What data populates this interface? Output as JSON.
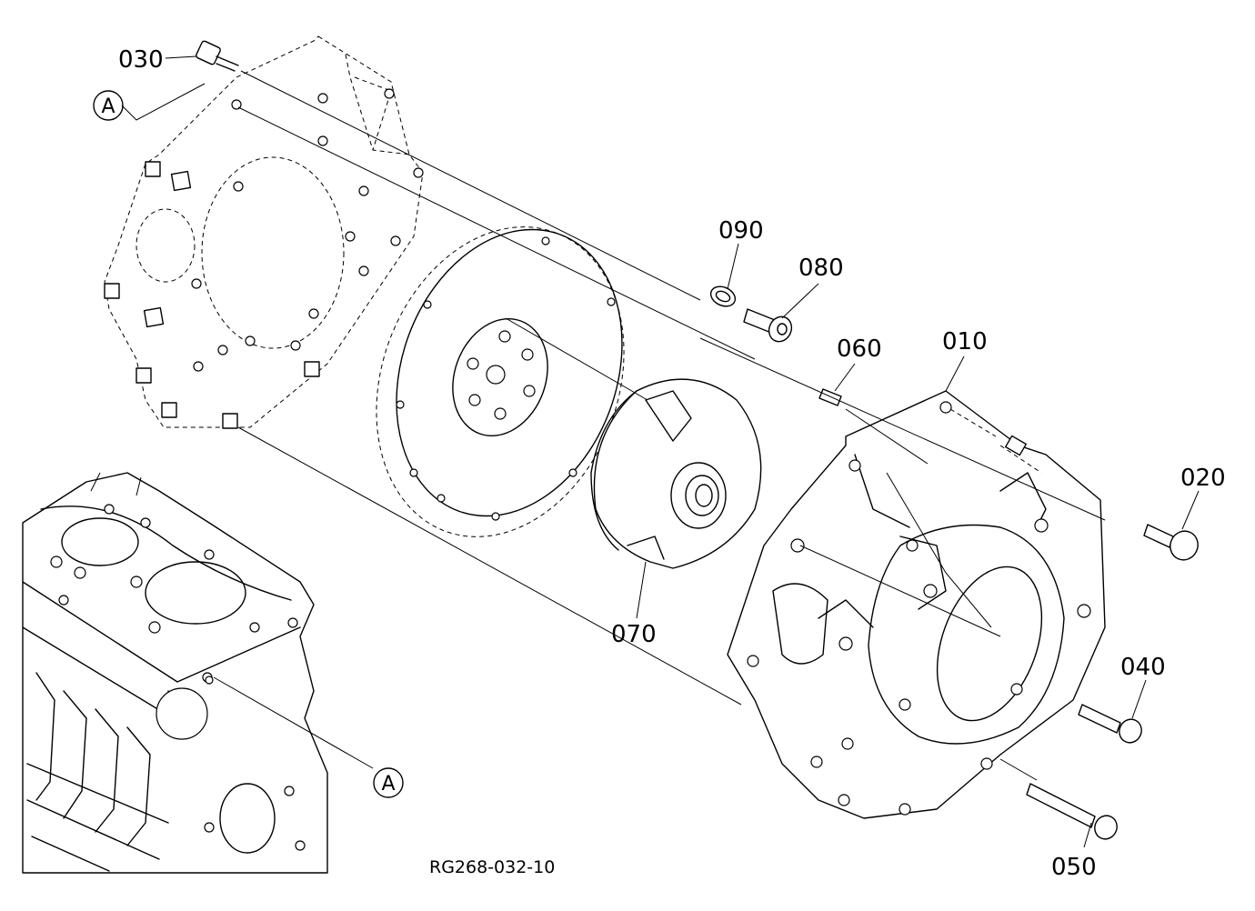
{
  "parts": {
    "p010": "010",
    "p020": "020",
    "p030": "030",
    "p040": "040",
    "p050": "050",
    "p060": "060",
    "p070": "070",
    "p080": "080",
    "p090": "090"
  },
  "reference_marks": {
    "top": "A",
    "bottom": "A"
  },
  "drawing_code": "RG268-032-10"
}
